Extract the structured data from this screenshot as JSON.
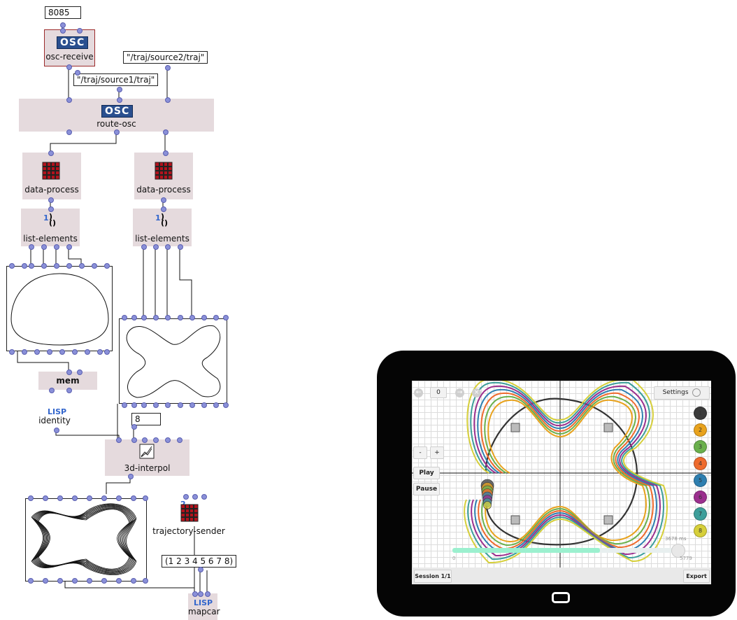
{
  "patch": {
    "port_number": "8085",
    "osc_receive": {
      "badge": "OSC",
      "label": "osc-receive"
    },
    "address_1": "\"/traj/source1/traj\"",
    "address_2": "\"/traj/source2/traj\"",
    "route_osc": {
      "badge": "OSC",
      "label": "route-osc"
    },
    "data_process_1": "data-process",
    "data_process_2": "data-process",
    "list_elements_1": {
      "badge": "1",
      "label": "list-elements"
    },
    "list_elements_2": {
      "badge": "1",
      "label": "list-elements"
    },
    "mem": "mem",
    "identity": {
      "badge": "LISP",
      "label": "identity"
    },
    "interp_steps": "8",
    "interpol": "3d-interpol",
    "trajectory_sender": {
      "badge": "2",
      "label": "trajectory-sender"
    },
    "list_value": "(1 2 3 4 5 6 7 8)",
    "mapcar": {
      "badge": "LISP",
      "label": "mapcar"
    }
  },
  "tablet": {
    "frame_counter": "0",
    "settings_label": "Settings",
    "zoom_out": "-",
    "zoom_in": "+",
    "play_label": "Play",
    "pause_label": "Pause",
    "time_readout": "3678 ms",
    "slider_min": "0",
    "slider_max": "5779",
    "session_label": "Session 1/1",
    "export_label": "Export",
    "sources": [
      {
        "label": "1",
        "color": "#3a3a3a"
      },
      {
        "label": "2",
        "color": "#e8a21c"
      },
      {
        "label": "3",
        "color": "#6ab04c"
      },
      {
        "label": "4",
        "color": "#ee6a2c"
      },
      {
        "label": "5",
        "color": "#2e7fb0"
      },
      {
        "label": "6",
        "color": "#9b2f8e"
      },
      {
        "label": "7",
        "color": "#3d9e9a"
      },
      {
        "label": "8",
        "color": "#d6cf3a"
      }
    ],
    "playback_progress": 0.64
  }
}
